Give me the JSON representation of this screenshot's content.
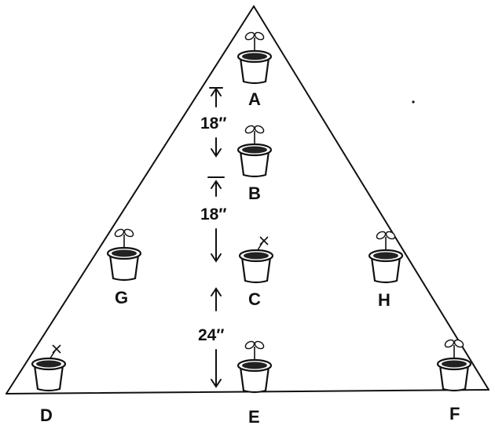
{
  "labels": {
    "A": "A",
    "B": "B",
    "C": "C",
    "D": "D",
    "E": "E",
    "F": "F",
    "G": "G",
    "H": "H"
  },
  "dimensions": {
    "a_to_b": "18″",
    "b_to_c": "18″",
    "c_to_e": "24″"
  }
}
